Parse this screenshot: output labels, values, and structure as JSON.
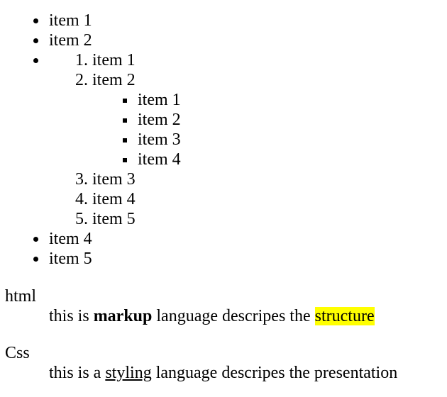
{
  "outer_list": {
    "item1": "item 1",
    "item2": "item 2",
    "item4": "item 4",
    "item5": "item 5"
  },
  "ordered_list": {
    "n1": "1.",
    "t1": "item 1",
    "n2": "2.",
    "t2": "item 2",
    "n3": "3.",
    "t3": "item 3",
    "n4": "4.",
    "t4": "item 4",
    "n5": "5.",
    "t5": "item 5"
  },
  "square_list": [
    "item 1",
    "item 2",
    "item 3",
    "item 4"
  ],
  "definitions": [
    {
      "term": "html",
      "desc_before": "this is ",
      "desc_bold": "markup",
      "desc_middle": " language descripes the ",
      "desc_highlight": "structure"
    },
    {
      "term": "Css",
      "desc_before": "this is a ",
      "desc_underline": "styling",
      "desc_after": " language descripes the presentation"
    }
  ],
  "colors": {
    "highlight": "#ffff00",
    "text": "#000000",
    "background": "#ffffff"
  }
}
